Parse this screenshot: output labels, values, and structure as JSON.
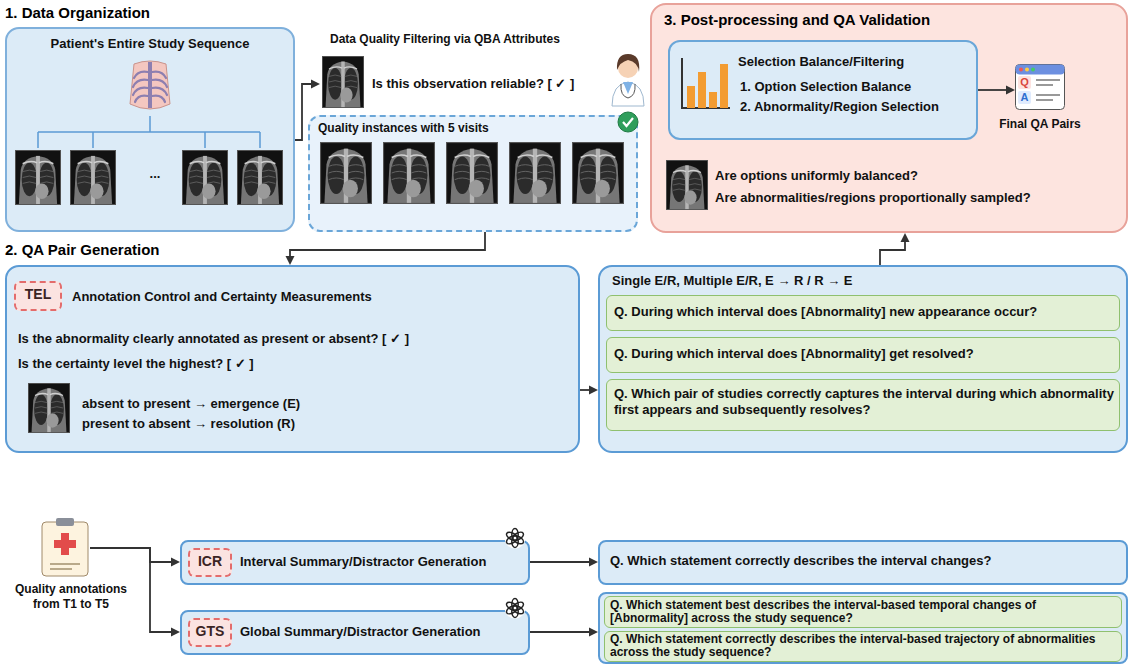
{
  "diagram": {
    "nodes": [
      {
        "text": [
          "1. Data Organization",
          "Patient's Entire Study Sequence"
        ]
      },
      {
        "text": [
          "Quality instances with 5 visits"
        ]
      },
      {
        "text": [
          "2. QA Pair Generation",
          "Annotation Control and Certainty Measurements",
          "Is the abnormality clearly annotated as present or absent? [ ✓ ]",
          "Is the certainty level the highest? [ ✓ ]",
          "absent to present → emergence (E)",
          "present to absent → resolution (R)"
        ]
      },
      {
        "text": [
          "TEL"
        ],
        "in": 2
      },
      {
        "text": [
          "Single E/R, Multiple E/R, E → R / R → E"
        ]
      },
      {
        "text": [
          "Q. During which interval does [Abnormality] new appearance occur?"
        ],
        "in": 4
      },
      {
        "text": [
          "Q. During which interval does [Abnormality] get resolved?"
        ],
        "in": 4
      },
      {
        "text": [
          "Q. Which pair of studies correctly captures the interval during which abnormality first appears and subsequently resolves?"
        ],
        "in": 4
      },
      {
        "text": [
          "3. Post-processing and QA Validation",
          "Are options uniformly balanced?",
          "Are abnormalities/regions proportionally sampled?"
        ]
      },
      {
        "text": [
          "Selection Balance/Filtering",
          "1. Option Selection Balance",
          "2. Abnormality/Region Selection"
        ],
        "in": 8
      },
      {
        "text": [
          "Q",
          "A",
          "Final QA Pairs"
        ],
        "in": 8
      },
      {
        "text": [
          "Quality annotations from T1 to T5"
        ]
      },
      {
        "text": [
          "Interval Summary/Distractor Generation"
        ]
      },
      {
        "text": [
          "ICR"
        ],
        "in": 12
      },
      {
        "text": [
          "Q. Which statement correctly describes the interval changes?"
        ]
      },
      {
        "text": [
          "Global Summary/Distractor Generation"
        ]
      },
      {
        "text": [
          "GTS"
        ],
        "in": 15
      },
      {
        "text": []
      },
      {
        "text": [
          "Q. Which statement best describes the interval-based temporal changes of [Abnormality] across the study sequence?"
        ],
        "in": 17
      },
      {
        "text": [
          "Q. Which statement correctly describes the interval-based trajectory of abnormalities across the study sequence?"
        ],
        "in": 17
      }
    ],
    "edges": [
      {
        "from": 1,
        "to": 2,
        "arrow": "to"
      },
      {
        "from": 2,
        "to": 4,
        "arrow": "to"
      },
      {
        "from": 4,
        "to": 8,
        "arrow": "to"
      },
      {
        "from": 9,
        "to": 10,
        "arrow": "to"
      },
      {
        "from": 11,
        "to": 12,
        "arrow": "to"
      },
      {
        "from": 11,
        "to": 15,
        "arrow": "to"
      },
      {
        "from": 12,
        "to": 14,
        "arrow": "to"
      },
      {
        "from": 15,
        "to": 17,
        "arrow": "to"
      }
    ],
    "labels": [
      "...",
      "Data Quality Filtering via QBA Attributes",
      "Is this observation reliable? [ ✓ ]"
    ]
  }
}
